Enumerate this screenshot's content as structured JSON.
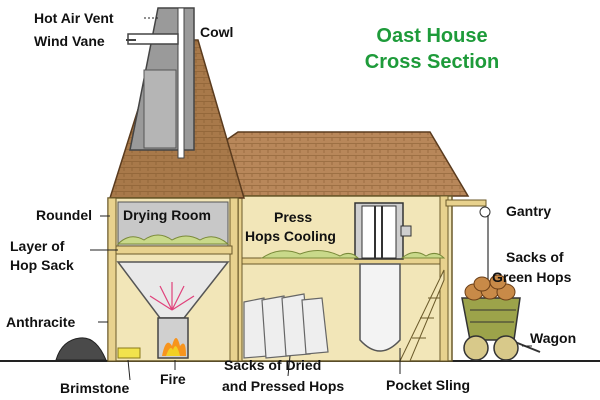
{
  "title": {
    "line1": "Oast House",
    "line2": "Cross Section"
  },
  "labels": {
    "hot_air_vent": "Hot Air Vent",
    "wind_vane": "Wind Vane",
    "cowl": "Cowl",
    "roundel": "Roundel",
    "drying_room": "Drying Room",
    "layer_of": "Layer of",
    "hop_sack": "Hop Sack",
    "anthracite": "Anthracite",
    "brimstone": "Brimstone",
    "fire": "Fire",
    "press": "Press",
    "hops_cooling": "Hops Cooling",
    "sacks_dried_1": "Sacks of Dried",
    "sacks_dried_2": "and Pressed Hops",
    "pocket_sling": "Pocket Sling",
    "gantry": "Gantry",
    "sacks_green_1": "Sacks of",
    "sacks_green_2": "Green Hops",
    "wagon": "Wagon"
  },
  "colors": {
    "title_green": "#1e9b3a",
    "roof_brown": "#a8794a",
    "wall_cream": "#f2e6b8",
    "timber": "#e8d28e",
    "cowl_grey": "#9a9a9a"
  }
}
